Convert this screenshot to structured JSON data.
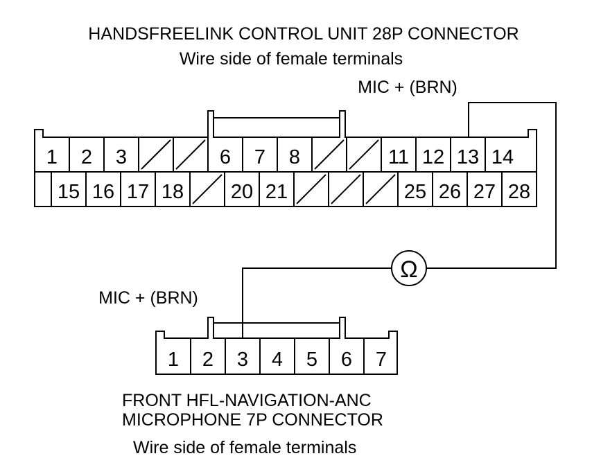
{
  "top_connector": {
    "title": "HANDSFREELINK CONTROL UNIT 28P CONNECTOR",
    "subtitle": "Wire side of female terminals",
    "wire_label": "MIC +  (BRN)",
    "row1": [
      "1",
      "2",
      "3",
      "",
      "",
      "6",
      "7",
      "8",
      "",
      "",
      "11",
      "12",
      "13",
      "14"
    ],
    "row2": [
      "15",
      "16",
      "17",
      "18",
      "",
      "20",
      "21",
      "",
      "",
      "",
      "25",
      "26",
      "27",
      "28"
    ]
  },
  "bottom_connector": {
    "title_line1": "FRONT HFL-NAVIGATION-ANC",
    "title_line2": "MICROPHONE 7P CONNECTOR",
    "subtitle": "Wire side of female terminals",
    "wire_label": "MIC +  (BRN)",
    "pins": [
      "1",
      "2",
      "3",
      "4",
      "5",
      "6",
      "7"
    ]
  },
  "meter": {
    "symbol": "Ω"
  },
  "connections": [
    {
      "from": "top_connector.13",
      "to": "bottom_connector.3",
      "via": "ohmmeter"
    }
  ]
}
